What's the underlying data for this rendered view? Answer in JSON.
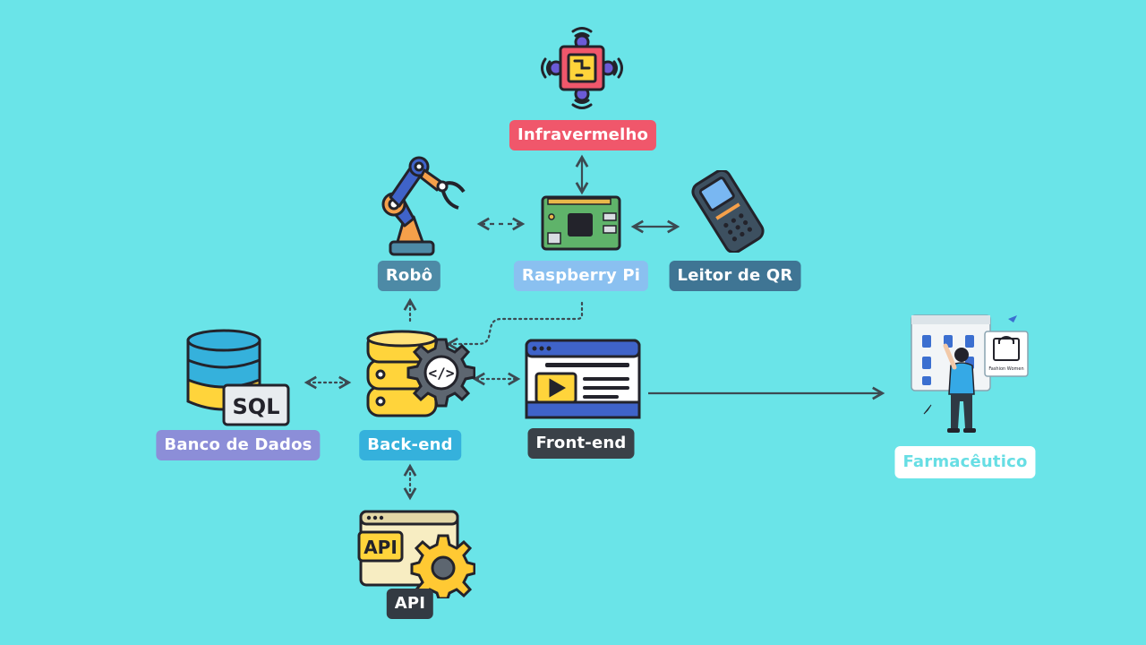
{
  "diagram": {
    "nodes": {
      "infravermelho": {
        "label": "Infravermelho",
        "icon": "chip-icon"
      },
      "robo": {
        "label": "Robô",
        "icon": "robot-arm-icon"
      },
      "raspberry_pi": {
        "label": "Raspberry Pi",
        "icon": "circuit-board-icon"
      },
      "leitor_qr": {
        "label": "Leitor de QR",
        "icon": "barcode-scanner-icon"
      },
      "banco_de_dados": {
        "label": "Banco de Dados",
        "icon": "sql-database-icon",
        "badge": "SQL"
      },
      "back_end": {
        "label": "Back-end",
        "icon": "server-gear-icon"
      },
      "front_end": {
        "label": "Front-end",
        "icon": "web-page-icon"
      },
      "farmaceutico": {
        "label": "Farmacêutico",
        "icon": "person-screen-icon",
        "screen_caption": "Fashion Women"
      },
      "api": {
        "label": "API",
        "icon": "api-gear-icon",
        "badge": "API"
      }
    },
    "edges": [
      {
        "from": "infravermelho",
        "to": "raspberry_pi",
        "style": "solid",
        "direction": "both"
      },
      {
        "from": "robo",
        "to": "raspberry_pi",
        "style": "dashed",
        "direction": "both"
      },
      {
        "from": "raspberry_pi",
        "to": "leitor_qr",
        "style": "solid",
        "direction": "both"
      },
      {
        "from": "raspberry_pi",
        "to": "back_end",
        "style": "dotted",
        "direction": "to"
      },
      {
        "from": "back_end",
        "to": "robo",
        "style": "dotted",
        "direction": "to"
      },
      {
        "from": "banco_de_dados",
        "to": "back_end",
        "style": "dotted",
        "direction": "both"
      },
      {
        "from": "back_end",
        "to": "front_end",
        "style": "dotted",
        "direction": "both"
      },
      {
        "from": "front_end",
        "to": "farmaceutico",
        "style": "solid",
        "direction": "to"
      },
      {
        "from": "back_end",
        "to": "api",
        "style": "dotted",
        "direction": "both"
      }
    ]
  },
  "colors": {
    "background": "#6ae4e8",
    "infravermelho": "#f0576b",
    "robo": "#4d8aa6",
    "raspberry_pi": "#8ac0f0",
    "leitor_qr": "#3f7594",
    "banco_de_dados": "#8c8ed8",
    "back_end": "#35b1dc",
    "front_end": "#3a4148",
    "farmaceutico": "#ffffff",
    "api": "#333a42",
    "connector": "#3c4a52"
  }
}
